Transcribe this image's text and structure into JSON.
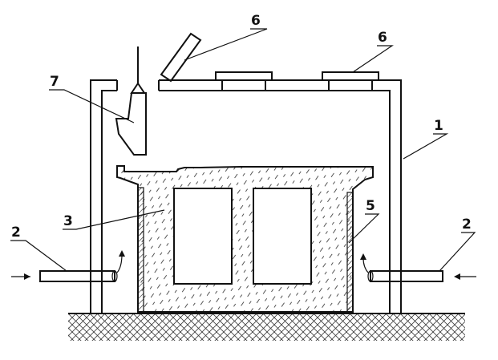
{
  "labels": {
    "chamber": "1",
    "pipe_left": "2",
    "pipe_right": "2",
    "product": "3",
    "wall_lining": "5",
    "lid_open": "6",
    "lid_closed": "6",
    "hoist": "7"
  },
  "colors": {
    "line": "#111111",
    "hatch": "#555555",
    "background": "#ffffff"
  }
}
